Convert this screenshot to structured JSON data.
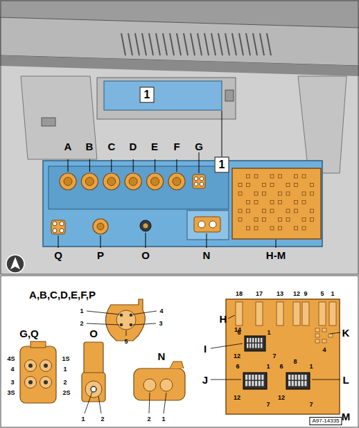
{
  "diagram": {
    "nodes": [
      {
        "text": [
          "1"
        ]
      },
      {
        "text": [
          "1"
        ]
      }
    ],
    "labels": [
      "A",
      "B",
      "C",
      "D",
      "E",
      "F",
      "G",
      "Q",
      "P",
      "O",
      "N",
      "H-M",
      "A,B,C,D,E,F,P",
      "1",
      "4",
      "2",
      "3",
      "5",
      "G,Q",
      "4S",
      "1S",
      "4",
      "1",
      "3",
      "2",
      "3S",
      "2S",
      "O",
      "1",
      "2",
      "N",
      "2",
      "1",
      "18",
      "17",
      "13",
      "12",
      "9",
      "5",
      "1",
      "H",
      "14",
      "K",
      "I",
      "6",
      "1",
      "4",
      "12",
      "7",
      "8",
      "J",
      "6",
      "1",
      "6",
      "1",
      "L",
      "12",
      "7",
      "12",
      "7",
      "M",
      "A97-14335"
    ]
  }
}
